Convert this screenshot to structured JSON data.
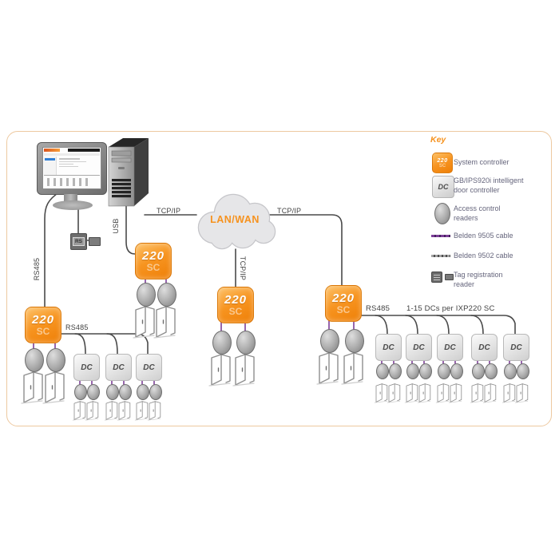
{
  "key": {
    "title": "Key",
    "items": [
      {
        "label": "System controller"
      },
      {
        "label": "GB/IPS920i intelligent door controller"
      },
      {
        "label": "Access control readers"
      },
      {
        "label": "Belden 9505 cable"
      },
      {
        "label": "Belden 9502 cable"
      },
      {
        "label": "Tag registration reader"
      }
    ]
  },
  "cloud": {
    "label": "LAN/WAN"
  },
  "nodes": {
    "sc_top": "220",
    "sc_bottom": "SC",
    "dc": "DC",
    "tag_reader": "RS"
  },
  "labels": {
    "tcpip_tower_cloud": "TCP/IP",
    "tcpip_cloud_right": "TCP/IP",
    "tcpip_cloud_down": "TCP/IP",
    "usb": "USB",
    "rs485_monitor": "RS485",
    "rs485_left_bus": "RS485",
    "rs485_right_bus": "RS485",
    "dc_capacity": "1-15 DCs per IXP220 SC"
  },
  "colors": {
    "orange": "#f28c16",
    "purple": "#7d3f98",
    "wire": "#4a4a4a",
    "frame_border": "#edc9a0"
  }
}
